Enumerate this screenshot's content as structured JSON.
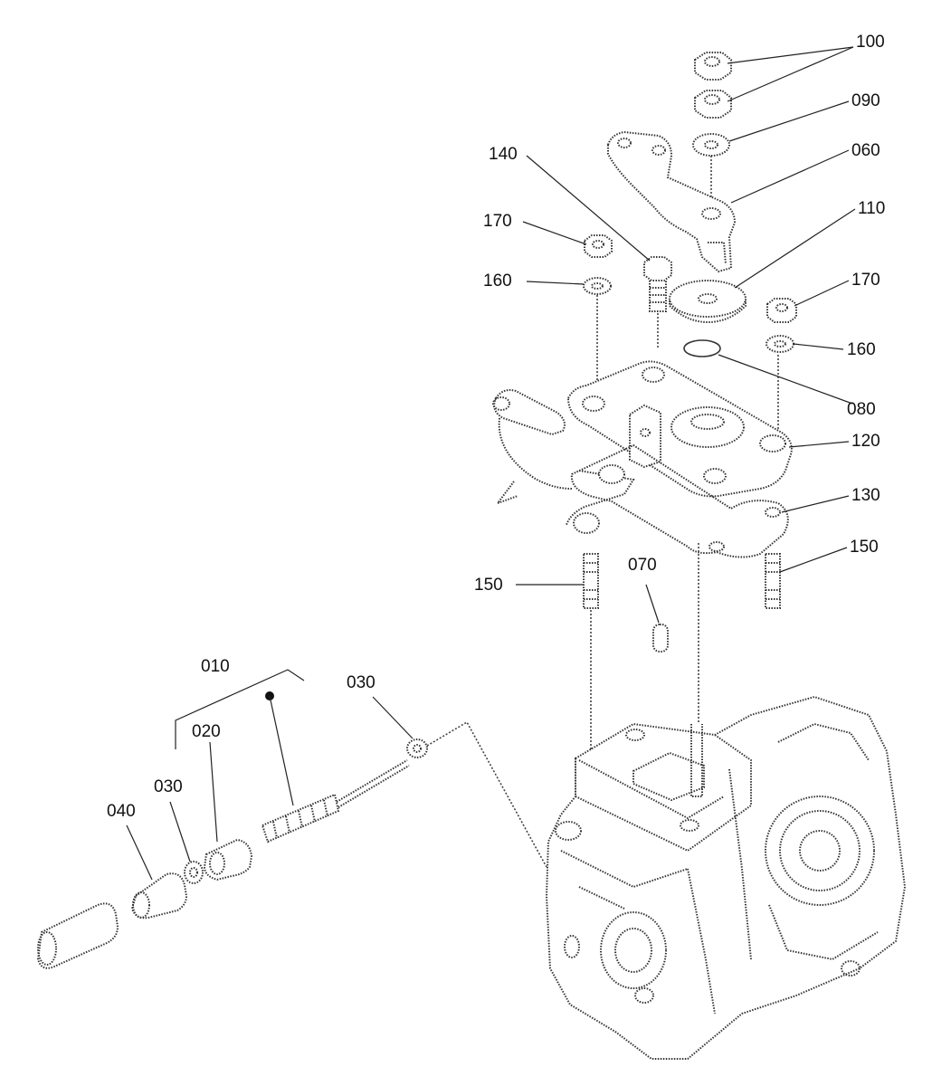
{
  "callouts": {
    "c100": "100",
    "c090": "090",
    "c060": "060",
    "c140": "140",
    "c170a": "170",
    "c110": "110",
    "c170b": "170",
    "c160a": "160",
    "c160b": "160",
    "c080": "080",
    "c120": "120",
    "c130": "130",
    "c150a": "150",
    "c150b": "150",
    "c070": "070",
    "c010": "010",
    "c030a": "030",
    "c020": "020",
    "c030b": "030",
    "c040": "040"
  }
}
